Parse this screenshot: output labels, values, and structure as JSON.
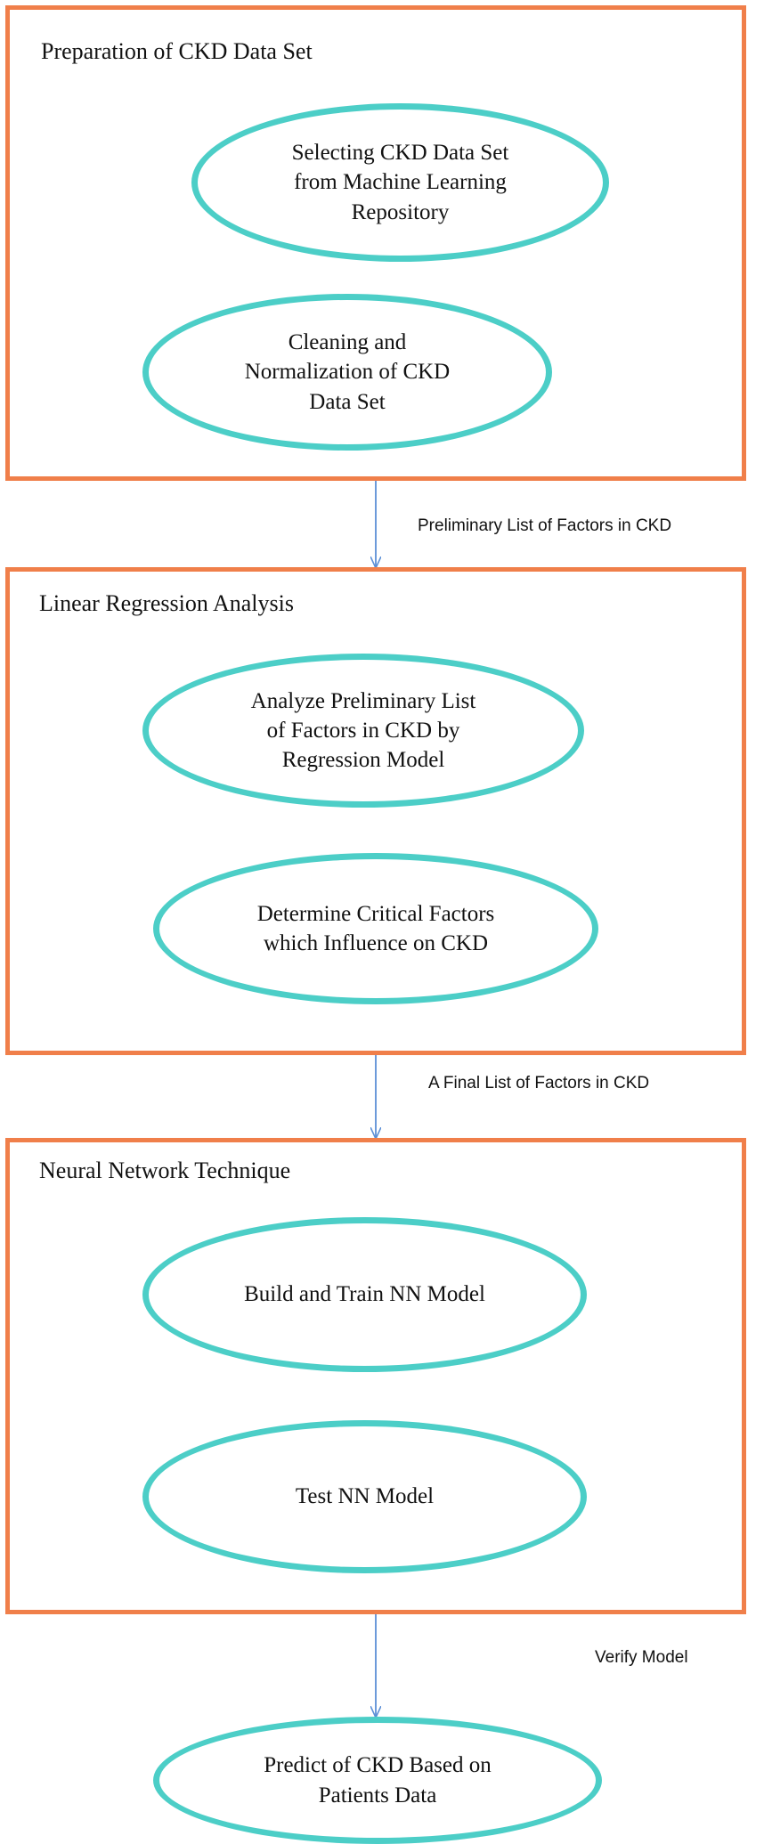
{
  "colors": {
    "box_border": "#f07f4a",
    "node_border": "#4ccec7",
    "arrow": "#5b8fd6",
    "text": "#111111"
  },
  "stages": [
    {
      "title": "Preparation of CKD Data Set",
      "nodes": [
        "Selecting  CKD Data Set\nfrom Machine Learning\nRepository",
        "Cleaning and\nNormalization of CKD\nData Set"
      ]
    },
    {
      "title": "Linear Regression Analysis",
      "nodes": [
        "Analyze Preliminary List\nof Factors in CKD by\nRegression Model",
        "Determine Critical  Factors\nwhich Influence on CKD"
      ]
    },
    {
      "title": "Neural Network Technique",
      "nodes": [
        "Build and Train NN Model",
        "Test NN Model"
      ]
    }
  ],
  "transitions": [
    "Preliminary List of Factors in CKD",
    "A Final List of Factors in CKD",
    "Verify Model"
  ],
  "final_node": "Predict of CKD Based on\nPatients Data"
}
